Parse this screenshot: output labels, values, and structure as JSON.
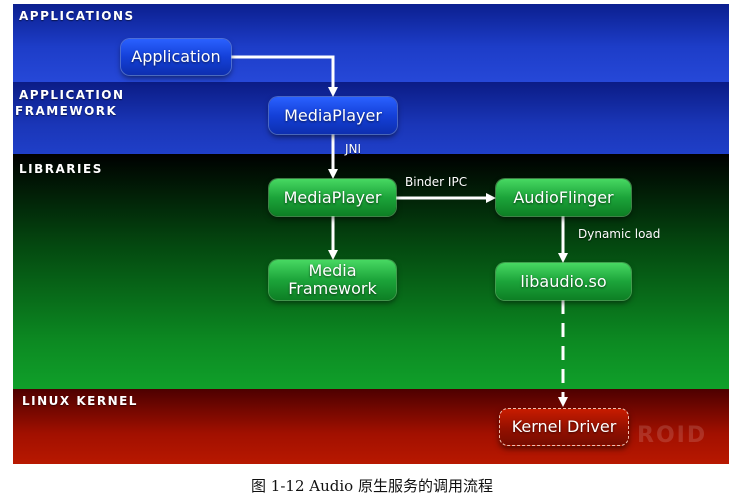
{
  "bands": {
    "applications": "Applications",
    "framework_line1": "Application",
    "framework_line2": "Framework",
    "libraries": "Libraries",
    "kernel": "Linux Kernel"
  },
  "nodes": {
    "application": "Application",
    "mediaplayer_framework": "MediaPlayer",
    "mediaplayer_library": "MediaPlayer",
    "media_framework_line1": "Media",
    "media_framework_line2": "Framework",
    "audioflinger": "AudioFlinger",
    "libaudio": "libaudio.so",
    "kernel_driver": "Kernel Driver"
  },
  "edges": {
    "jni": "JNI",
    "binder_ipc": "Binder IPC",
    "dynamic_load": "Dynamic load"
  },
  "watermark": "ROID",
  "caption": "图 1-12    Audio 原生服务的调用流程",
  "colors": {
    "applications_band": "#1d3dc8",
    "libraries_band": "#0c8a22",
    "kernel_band": "#a21000",
    "arrow": "#ffffff"
  }
}
